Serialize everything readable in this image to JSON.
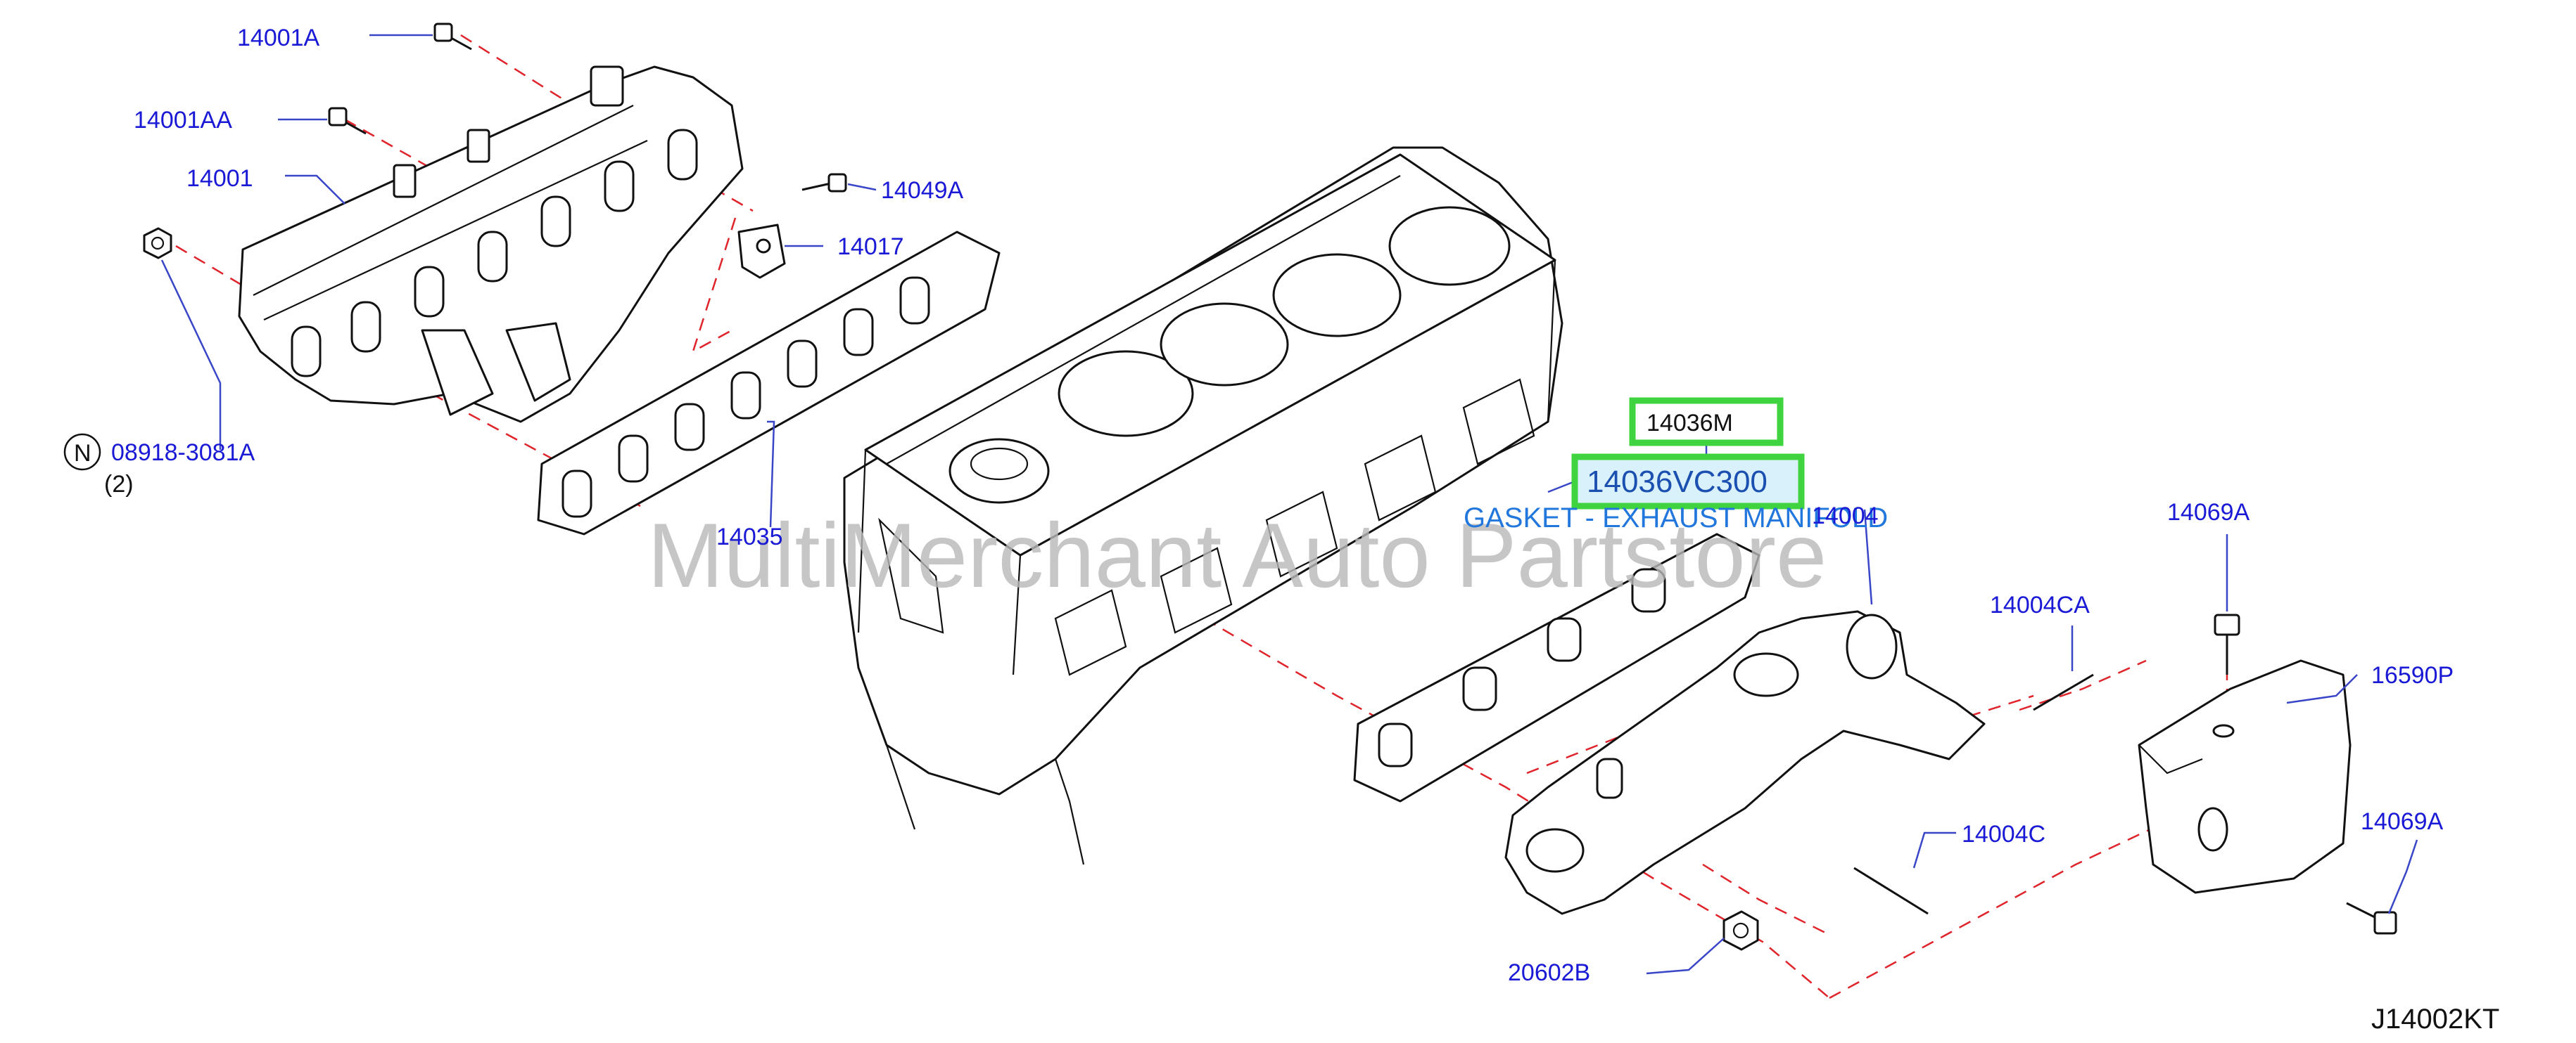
{
  "diagram_code": "J14002KT",
  "watermark": "MultiMerchant Auto Partstore",
  "highlight": {
    "part_small": "14036M",
    "part_main": "14036VC300",
    "description": "GASKET - EXHAUST MANIFOLD",
    "overlap_label": "14004"
  },
  "nut_marker": "N",
  "callouts": {
    "c14001A": "14001A",
    "c14001AA": "14001AA",
    "c14001": "14001",
    "c14049A": "14049A",
    "c14017": "14017",
    "c08918": "08918-3081A",
    "c08918_qty": "(2)",
    "c14035": "14035",
    "c14069A_top": "14069A",
    "c14004CA": "14004CA",
    "c16590P": "16590P",
    "c14004C": "14004C",
    "c14069A_bottom": "14069A",
    "c20602B": "20602B"
  },
  "colors": {
    "callout": "#1a1ad6",
    "leader": "#3a46c8",
    "dashed_line": "#e0242b",
    "highlight": "#3fd43f",
    "description": "#2277dd"
  }
}
